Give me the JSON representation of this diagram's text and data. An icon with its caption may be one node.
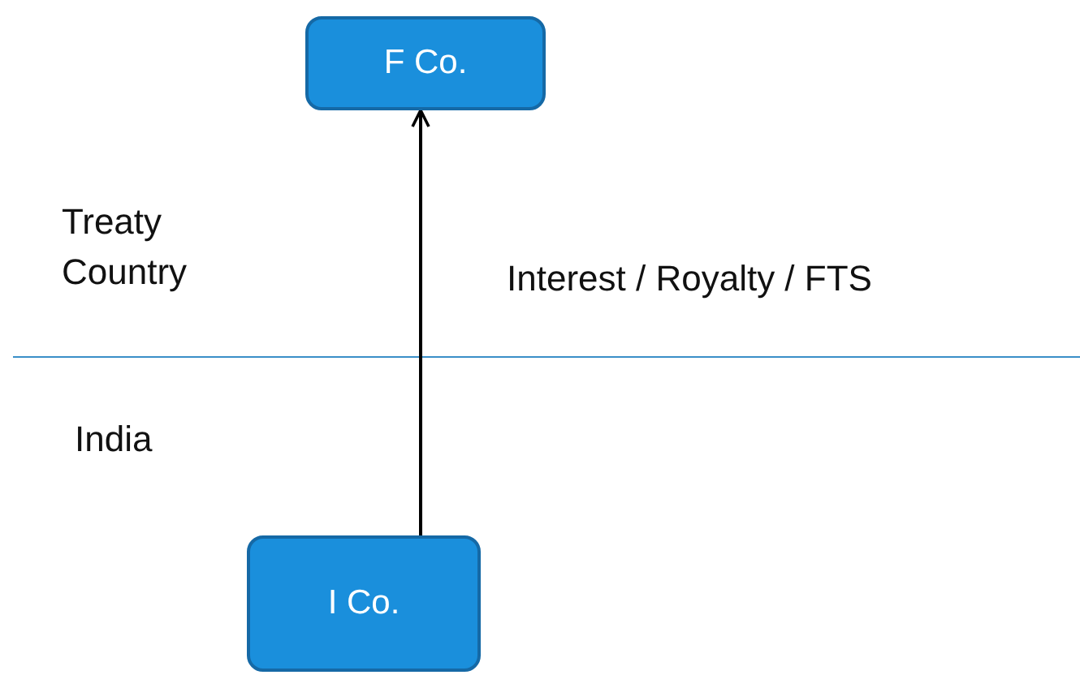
{
  "diagram": {
    "nodes": [
      {
        "text": [
          "F Co."
        ]
      },
      {
        "text": [
          "I Co."
        ]
      }
    ],
    "edges": [
      {
        "from": 1,
        "to": 0,
        "arrow": "to",
        "label": "Interest / Royalty / FTS"
      }
    ],
    "labels": [
      "Treaty Country",
      "India"
    ]
  }
}
